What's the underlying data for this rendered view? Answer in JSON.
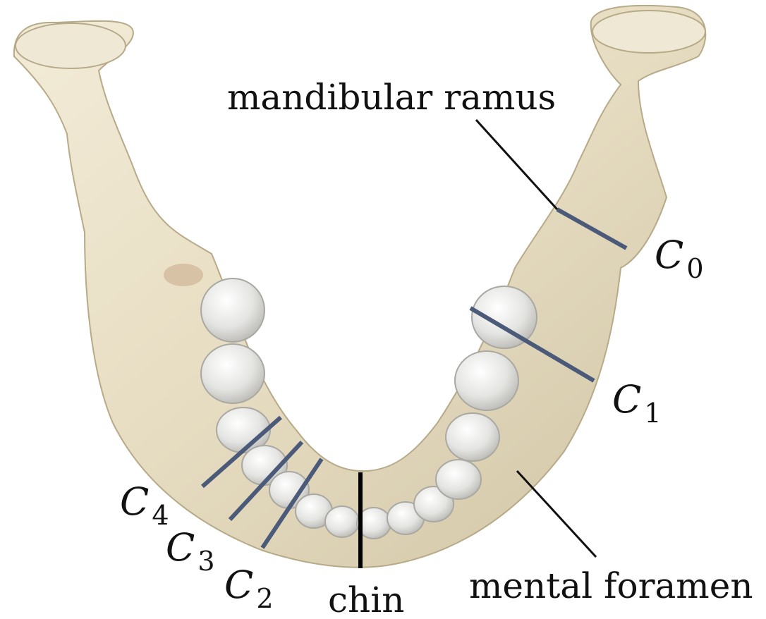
{
  "labels": {
    "ramus": "mandibular ramus",
    "foramen": "mental foramen",
    "chin": "chin",
    "c_letter": "C",
    "c0_sub": "0",
    "c1_sub": "1",
    "c2_sub": "2",
    "c3_sub": "3",
    "c4_sub": "4"
  },
  "colors": {
    "cut_line": "#4a5a78",
    "midline": "#000000",
    "bone": "#e8dfc6",
    "teeth": "#e6e6e4"
  }
}
